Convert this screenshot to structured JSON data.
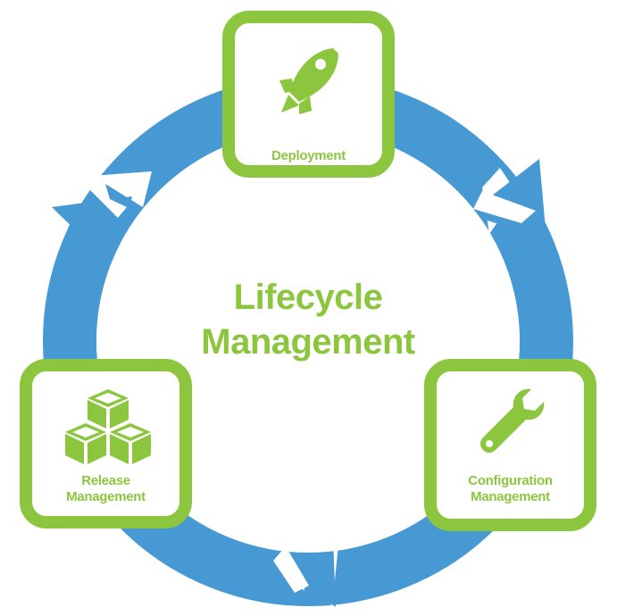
{
  "center": {
    "line1": "Lifecycle",
    "line2": "Management"
  },
  "nodes": {
    "deployment": {
      "label": "Deployment",
      "icon": "rocket-icon"
    },
    "configuration": {
      "label_line1": "Configuration",
      "label_line2": "Management",
      "icon": "wrench-icon"
    },
    "release": {
      "label_line1": "Release",
      "label_line2": "Management",
      "icon": "cubes-icon"
    }
  },
  "colors": {
    "ring": "#4699d3",
    "accent": "#8cc63f",
    "background": "#ffffff"
  }
}
